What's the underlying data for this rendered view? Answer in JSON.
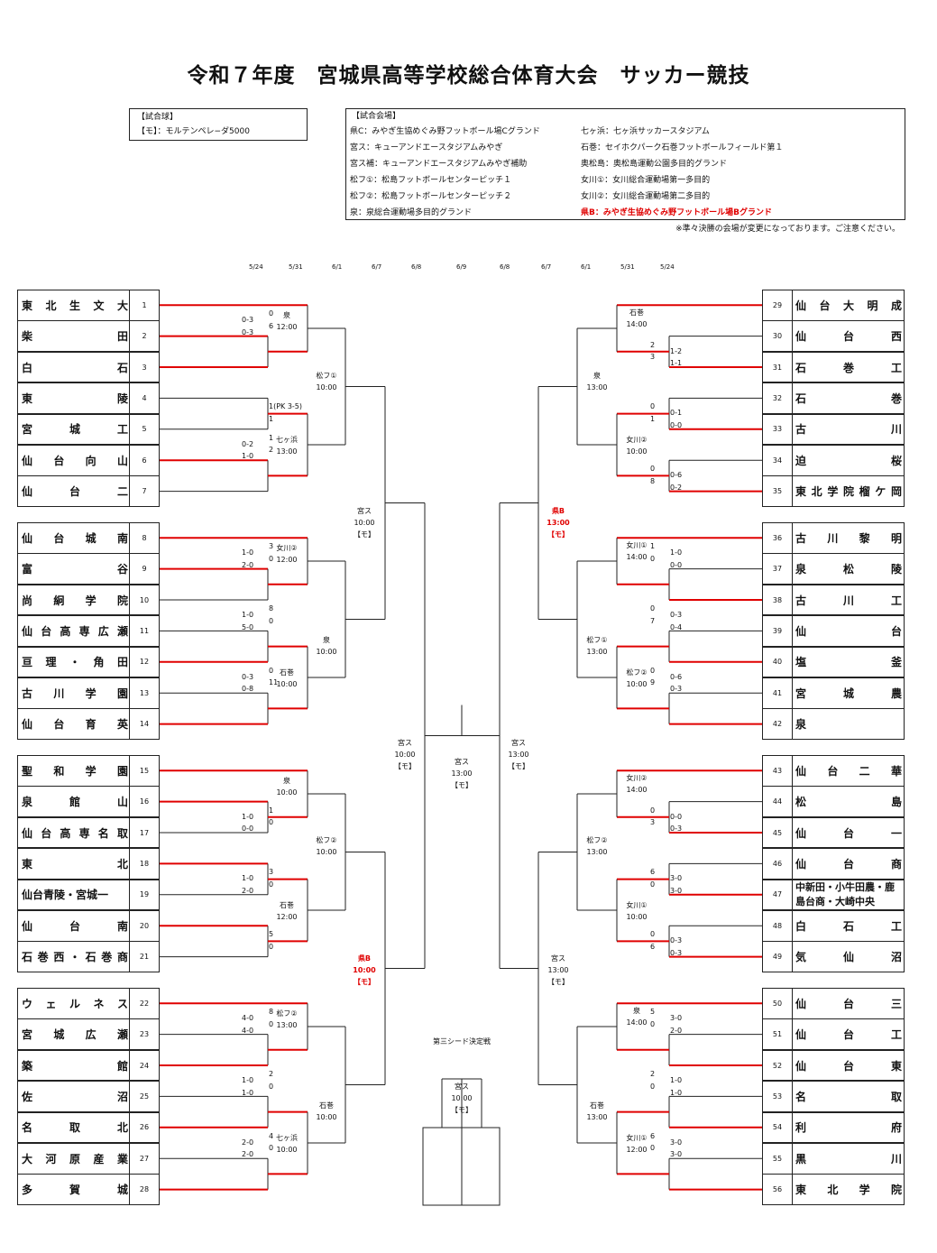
{
  "title": "令和７年度　宮城県高等学校総合体育大会　サッカー競技",
  "ball_box": {
    "heading": "【試合球】",
    "line": "【モ】：モルテンペレ−ダ5000"
  },
  "venue_box": {
    "heading": "【試合会場】",
    "left": [
      "県C：みやぎ生協めぐみ野フットボール場Cグランド",
      "宮ス：キューアンドエースタジアムみやぎ",
      "宮ス補：キューアンドエースタジアムみやぎ補助",
      "松フ①：松島フットボールセンターピッチ１",
      "松フ②：松島フットボールセンターピッチ２",
      "泉：泉総合運動場多目的グランド"
    ],
    "right": [
      "七ヶ浜：七ヶ浜サッカースタジアム",
      "石巻：セイホクパーク石巻フットボールフィールド第１",
      "奥松島：奥松島運動公園多目的グランド",
      "女川①：女川総合運動場第一多目的",
      "女川②：女川総合運動場第二多目的"
    ],
    "right_red": "県B：みやぎ生協めぐみ野フットボール場Bグランド"
  },
  "note": "※準々決勝の会場が変更になっております。ご注意ください。",
  "dates": [
    "5/24",
    "5/31",
    "6/1",
    "6/7",
    "6/8",
    "6/9",
    "6/8",
    "6/7",
    "6/1",
    "5/31",
    "5/24"
  ],
  "left_teams": [
    "東北生文大",
    "柴田",
    "白石",
    "東陵",
    "宮城工",
    "仙台向山",
    "仙台二",
    "仙台城南",
    "富谷",
    "尚絅学院",
    "仙台高専広瀬",
    "亘理・角田",
    "古川学園",
    "仙台育英",
    "聖和学園",
    "泉館山",
    "仙台高専名取",
    "東北",
    "仙台青陵・宮城一",
    "仙台南",
    "石巻西・石巻商",
    "ウェルネス",
    "宮城広瀬",
    "築館",
    "佐沼",
    "名取北",
    "大河原産業",
    "多賀城"
  ],
  "right_teams": [
    "仙台大明成",
    "仙台西",
    "石巻工",
    "石巻",
    "古川",
    "迫桜",
    "東北学院榴ケ岡",
    "古川黎明",
    "泉松陵",
    "古川工",
    "仙台",
    "塩釜",
    "宮城農",
    "泉",
    "仙台二華",
    "松島",
    "仙台一",
    "仙台商",
    "中新田・小牛田農・鹿島台商・大崎中央",
    "白石工",
    "気仙沼",
    "仙台三",
    "仙台工",
    "仙台東",
    "名取",
    "利府",
    "黒川",
    "東北学院"
  ],
  "right_team_47": [
    "中新田・小牛田農・鹿",
    "島台商・大崎中央"
  ],
  "labels": {
    "L1": [
      "泉",
      "12:00"
    ],
    "L2": [
      "七ヶ浜",
      "13:00"
    ],
    "L3": [
      "女川②",
      "12:00"
    ],
    "L4": [
      "石巻",
      "10:00"
    ],
    "L5": [
      "泉",
      "10:00"
    ],
    "L6": [
      "石巻",
      "12:00"
    ],
    "L7": [
      "松フ②",
      "13:00"
    ],
    "L8": [
      "七ヶ浜",
      "10:00"
    ],
    "LQ1": [
      "松フ①",
      "10:00"
    ],
    "LQ2": [
      "泉",
      "10:00"
    ],
    "LQ3": [
      "松フ②",
      "10:00"
    ],
    "LQ4": [
      "石巻",
      "10:00"
    ],
    "LS1": [
      "宮ス",
      "10:00",
      "【モ】"
    ],
    "LS2": [
      "県B",
      "10:00",
      "【モ】"
    ],
    "LF": [
      "宮ス",
      "10:00",
      "【モ】"
    ],
    "C": [
      "宮ス",
      "13:00",
      "【モ】"
    ],
    "R1": [
      "石巻",
      "14:00"
    ],
    "R2": [
      "女川②",
      "10:00"
    ],
    "R3": [
      "女川①",
      "14:00"
    ],
    "R4": [
      "松フ②",
      "10:00"
    ],
    "R5": [
      "女川②",
      "14:00"
    ],
    "R6": [
      "女川①",
      "10:00"
    ],
    "R7": [
      "泉",
      "14:00"
    ],
    "R8": [
      "女川①",
      "12:00"
    ],
    "RQ1": [
      "泉",
      "13:00"
    ],
    "RQ2": [
      "松フ①",
      "13:00"
    ],
    "RQ3": [
      "松フ②",
      "13:00"
    ],
    "RQ4": [
      "石巻",
      "13:00"
    ],
    "RS1": [
      "県B",
      "13:00",
      "【モ】"
    ],
    "RS2": [
      "宮ス",
      "13:00",
      "【モ】"
    ],
    "RF": [
      "宮ス",
      "13:00",
      "【モ】"
    ],
    "third": "第三シード決定戦",
    "T": [
      "宮ス",
      "10:00",
      "【モ】"
    ]
  },
  "scores": {
    "l2": [
      "0-3",
      "0-3"
    ],
    "l2r": [
      "0",
      "6"
    ],
    "l4r": [
      "1(PK 3-5)",
      "1"
    ],
    "l6": [
      "0-2",
      "1-0"
    ],
    "l6r": [
      "1",
      "2"
    ],
    "l8": [
      "1-0",
      "2-0"
    ],
    "l8r": [
      "3",
      "0"
    ],
    "l10": [
      "1-0",
      "5-0"
    ],
    "l10r": [
      "8",
      "0"
    ],
    "l12": [
      "0-3",
      "0-8"
    ],
    "l12r": [
      "0",
      "11"
    ],
    "l16": [
      "1-0",
      "0-0"
    ],
    "l16r": [
      "1",
      "0"
    ],
    "l18": [
      "1-0",
      "2-0"
    ],
    "l18r": [
      "3",
      "0"
    ],
    "l20r": [
      "5",
      "0"
    ],
    "l22": [
      "4-0",
      "4-0"
    ],
    "l22r": [
      "8",
      "0"
    ],
    "l24": [
      "1-0",
      "1-0"
    ],
    "l24r": [
      "2",
      "0"
    ],
    "l26": [
      "2-0",
      "2-0"
    ],
    "l26r": [
      "4",
      "0"
    ],
    "r30": [
      "1-2",
      "1-1"
    ],
    "r30r": [
      "2",
      "3"
    ],
    "r32": [
      "0-1",
      "0-0"
    ],
    "r32r": [
      "0",
      "1"
    ],
    "r34": [
      "0-6",
      "0-2"
    ],
    "r34r": [
      "0",
      "8"
    ],
    "r36": [
      "1-0",
      "0-0"
    ],
    "r36r": [
      "1",
      "0"
    ],
    "r38": [
      "0-3",
      "0-4"
    ],
    "r38r": [
      "0",
      "7"
    ],
    "r40": [
      "0-6",
      "0-3"
    ],
    "r40r": [
      "0",
      "9"
    ],
    "r44": [
      "0-0",
      "0-3"
    ],
    "r44r": [
      "0",
      "3"
    ],
    "r46": [
      "3-0",
      "3-0"
    ],
    "r46r": [
      "6",
      "0"
    ],
    "r48": [
      "0-3",
      "0-3"
    ],
    "r48r": [
      "0",
      "6"
    ],
    "r50": [
      "3-0",
      "2-0"
    ],
    "r50r": [
      "5",
      "0"
    ],
    "r52": [
      "1-0",
      "1-0"
    ],
    "r52r": [
      "2",
      "0"
    ],
    "r54": [
      "3-0",
      "3-0"
    ],
    "r54r": [
      "6",
      "0"
    ]
  },
  "colors": {
    "win": "#e00000",
    "line": "#222222"
  }
}
